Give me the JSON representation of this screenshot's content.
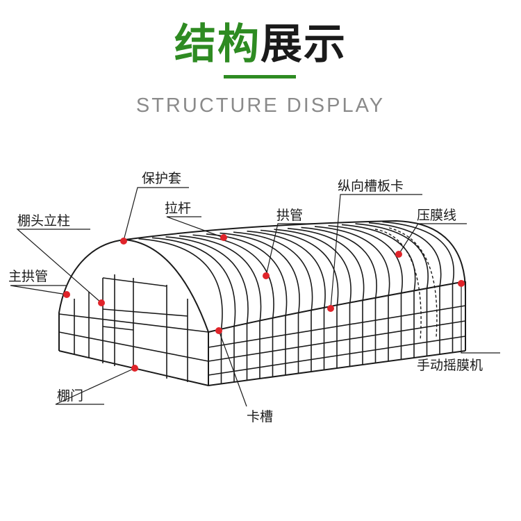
{
  "header": {
    "title_green": "结构",
    "title_black": "展示",
    "subtitle": "STRUCTURE DISPLAY"
  },
  "labels": {
    "protective_sleeve": "保护套",
    "tie_rod": "拉杆",
    "arch_tube": "拱管",
    "longitudinal_clip": "纵向槽板卡",
    "film_line": "压膜线",
    "end_column": "棚头立柱",
    "main_arch": "主拱管",
    "door": "棚门",
    "clip_slot": "卡槽",
    "manual_roller": "手动摇膜机"
  },
  "colors": {
    "accent": "#2e8b22",
    "marker": "#e0242a",
    "line": "#1a1a1a"
  }
}
